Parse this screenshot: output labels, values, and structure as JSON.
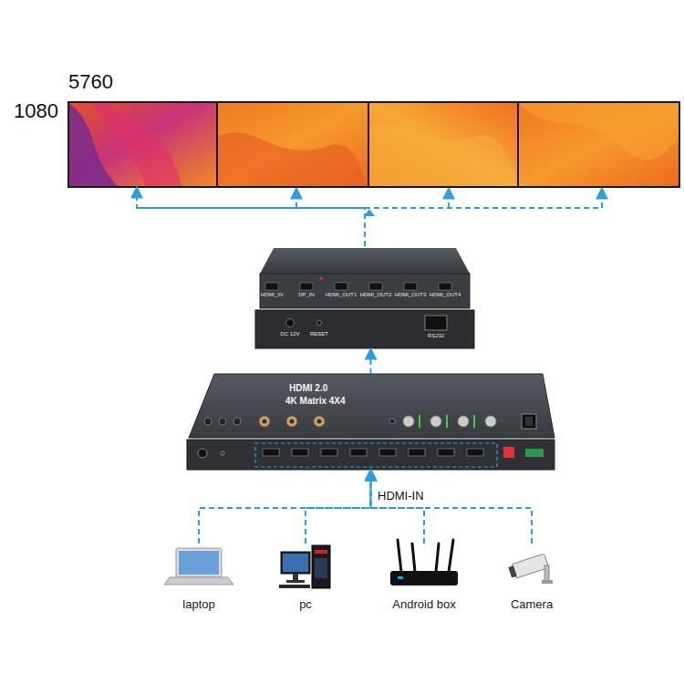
{
  "diagram": {
    "nodes": [
      {
        "text": [
          "5760",
          "1080"
        ]
      },
      {
        "text": [
          "HDMI_IN",
          "DP_IN",
          "HDMI_OUT1",
          "HDMI_OUT2",
          "HDMI_OUT3",
          "HDMI_OUT4",
          "DC 12V",
          "RESET",
          "RS232"
        ]
      },
      {
        "text": [
          "HDMI 2.0",
          "4K Matrix 4X4"
        ]
      },
      {
        "text": [
          "laptop"
        ]
      },
      {
        "text": [
          "pc"
        ]
      },
      {
        "text": [
          "Android box"
        ]
      },
      {
        "text": [
          "Camera"
        ]
      }
    ],
    "edges": [
      {
        "from": 3,
        "to": 2,
        "arrow": "to"
      },
      {
        "from": 4,
        "to": 2,
        "arrow": "to"
      },
      {
        "from": 5,
        "to": 2,
        "arrow": "to"
      },
      {
        "from": 6,
        "to": 2,
        "arrow": "to"
      },
      {
        "from": 2,
        "to": 1,
        "arrow": "to"
      },
      {
        "from": 1,
        "to": 0,
        "arrow": "to"
      }
    ],
    "labels": [
      "HDMI-IN"
    ]
  }
}
